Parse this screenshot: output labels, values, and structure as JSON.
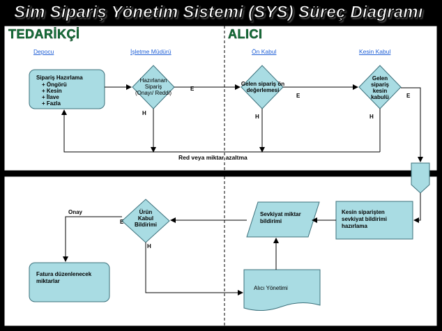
{
  "title": "Sim Sipariş Yönetim Sistemi (SYS) Süreç Diagramı",
  "lanes": {
    "supplier": "TEDARİKÇİ",
    "buyer": "ALICI"
  },
  "roles": {
    "depot": "Depocu",
    "ops_manager": "İşletme Müdürü",
    "pre_accept": "Ön Kabul",
    "final_accept": "Kesin Kabul"
  },
  "nodes": {
    "order_prep": {
      "title": "Sipariş Hazırlama",
      "items": [
        "+ Öngörü",
        "+ Kesin",
        "+ İlave",
        "+ Fazla"
      ]
    },
    "prepared_order": {
      "line1": "Hazırlanan",
      "line2": "Sipariş",
      "line3": "(Onayı/ Reddi)"
    },
    "pre_eval": {
      "line1": "Gelen sipariş ön",
      "line2": "değerlemesi"
    },
    "final_accept": {
      "line1": "Gelen",
      "line2": "sipariş",
      "line3": "kesin",
      "line4": "kabulü"
    },
    "final_order_prep": {
      "line1": "Kesin siparişten",
      "line2": "sevkiyat bildirimi",
      "line3": "hazırlama"
    },
    "shipment_notice": {
      "line1": "Sevkiyat miktar",
      "line2": "bildirimi"
    },
    "product_accept": {
      "line1": "Ürün",
      "line2": "Kabul",
      "line3": "Bildirimi"
    },
    "buyer_mgmt": {
      "label": "Alıcı Yönetimi"
    },
    "invoice": {
      "line1": "Fatura düzenlenecek",
      "line2": "miktarlar"
    }
  },
  "edges": {
    "yes": "E",
    "no": "H",
    "reject": "Red veya miktar azaltma",
    "approve": "Onay"
  },
  "colors": {
    "node_fill": "#a9dce3",
    "node_stroke": "#3a6f7a",
    "role": "#1f5fd6",
    "lane_title": "#17703a"
  }
}
